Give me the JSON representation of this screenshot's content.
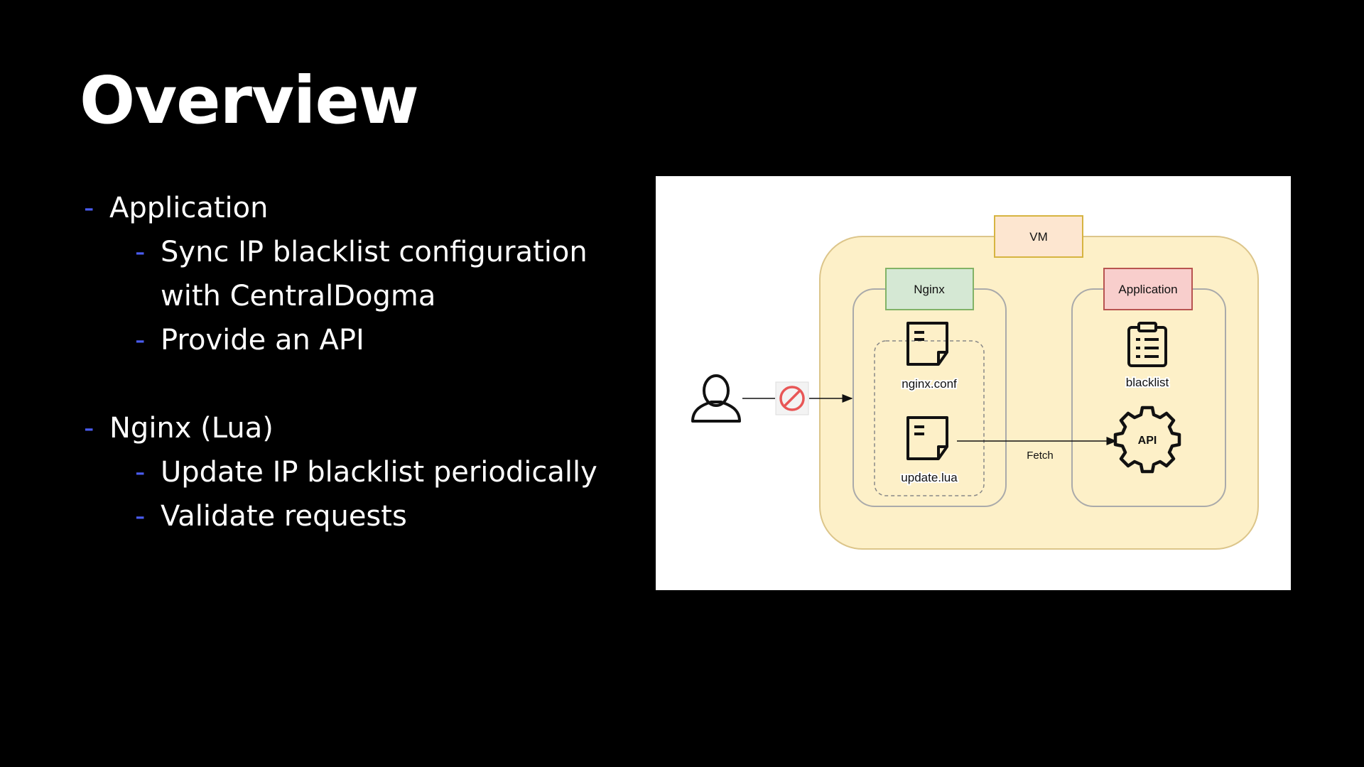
{
  "slide": {
    "title": "Overview",
    "bullets": [
      {
        "level": 1,
        "text": "Application"
      },
      {
        "level": 2,
        "text": "Sync IP blacklist configuration"
      },
      {
        "level": 2,
        "text": "with CentralDogma",
        "continuation": true
      },
      {
        "level": 2,
        "text": "Provide an API"
      },
      {
        "level": 1,
        "text": "Nginx (Lua)"
      },
      {
        "level": 2,
        "text": "Update IP blacklist periodically"
      },
      {
        "level": 2,
        "text": "Validate requests"
      }
    ]
  },
  "diagram": {
    "vm_label": "VM",
    "nginx_label": "Nginx",
    "application_label": "Application",
    "nginx_conf_label": "nginx.conf",
    "update_lua_label": "update.lua",
    "blacklist_label": "blacklist",
    "api_label": "API",
    "fetch_label": "Fetch",
    "icons": [
      "user-icon",
      "block-icon",
      "file-icon",
      "clipboard-list-icon",
      "api-gear-icon"
    ],
    "colors": {
      "vm_fill": "#fdf0c8",
      "vm_stroke": "#dcc58a",
      "vm_label_fill": "#fde6d0",
      "vm_label_stroke": "#d6b441",
      "nginx_label_fill": "#d5e8d4",
      "nginx_label_stroke": "#82b366",
      "app_label_fill": "#f8cecc",
      "app_label_stroke": "#b85450",
      "block_red": "#e85656",
      "bullet_dash": "#4a5cf0"
    }
  }
}
